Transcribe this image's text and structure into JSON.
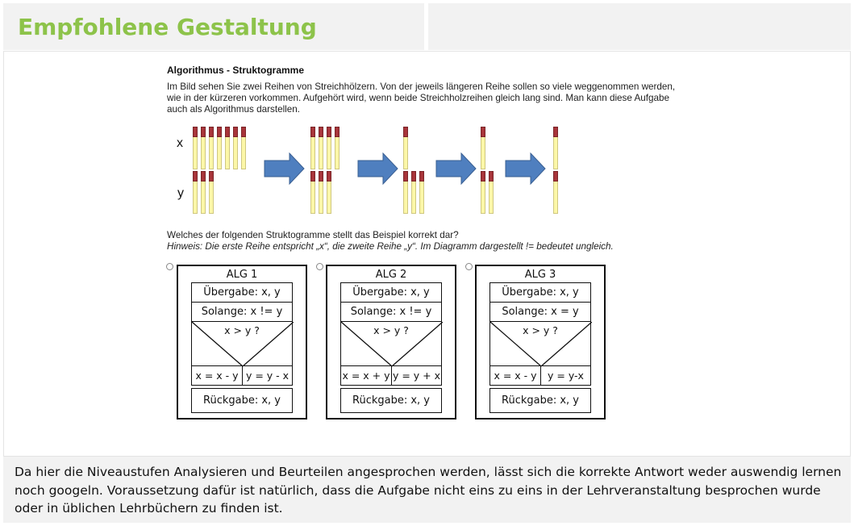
{
  "header": {
    "title": "Empfohlene Gestaltung"
  },
  "task": {
    "title": "Algorithmus - Struktogramme",
    "intro": [
      "Im Bild sehen Sie zwei Reihen von Streichhölzern. Von der jeweils längeren Reihe sollen so viele weggenommen werden,",
      "wie in der kürzeren vorkommen. Aufgehört wird, wenn beide Streichholzreihen gleich lang sind. Man kann diese Aufgabe",
      "auch als Algorithmus darstellen."
    ],
    "row_x_label": "x",
    "row_y_label": "y",
    "question": "Welches der folgenden Struktogramme stellt das Beispiel korrekt dar?",
    "hint": "Hinweis: Die erste Reihe entspricht „x“, die zweite Reihe „y“. Im Diagramm dargestellt != bedeutet ungleich."
  },
  "matches": {
    "stages": [
      {
        "x": 7,
        "y": 3
      },
      {
        "x": 4,
        "y": 3
      },
      {
        "x": 1,
        "y": 3
      },
      {
        "x": 1,
        "y": 2
      },
      {
        "x": 1,
        "y": 1
      }
    ],
    "head_color": "#a8353a",
    "stick_color": "#fcf7a8",
    "arrow_color": "#4f7fbf",
    "icon": "arrow-right-icon"
  },
  "options": [
    {
      "title": "ALG 1",
      "input": "Übergabe: x, y",
      "loop": "Solange: x != y",
      "condition": "x > y ?",
      "then": "x = x - y",
      "else": "y = y - x",
      "output": "Rückgabe: x, y"
    },
    {
      "title": "ALG 2",
      "input": "Übergabe: x, y",
      "loop": "Solange: x != y",
      "condition": "x > y ?",
      "then": "x = x + y",
      "else": "y = y + x",
      "output": "Rückgabe: x, y"
    },
    {
      "title": "ALG 3",
      "input": "Übergabe: x, y",
      "loop": "Solange: x = y",
      "condition": "x > y ?",
      "then": "x = x - y",
      "else": "y = y-x",
      "output": "Rückgabe: x, y"
    }
  ],
  "footer": {
    "text": "Da hier die Niveaustufen Analysieren und Beurteilen angesprochen werden, lässt sich die korrekte Antwort weder auswendig lernen noch googeln. Voraussetzung dafür ist natürlich, dass die Aufgabe nicht eins zu eins in der Lehrveranstaltung besprochen wurde oder in üblichen Lehrbüchern zu finden ist."
  }
}
